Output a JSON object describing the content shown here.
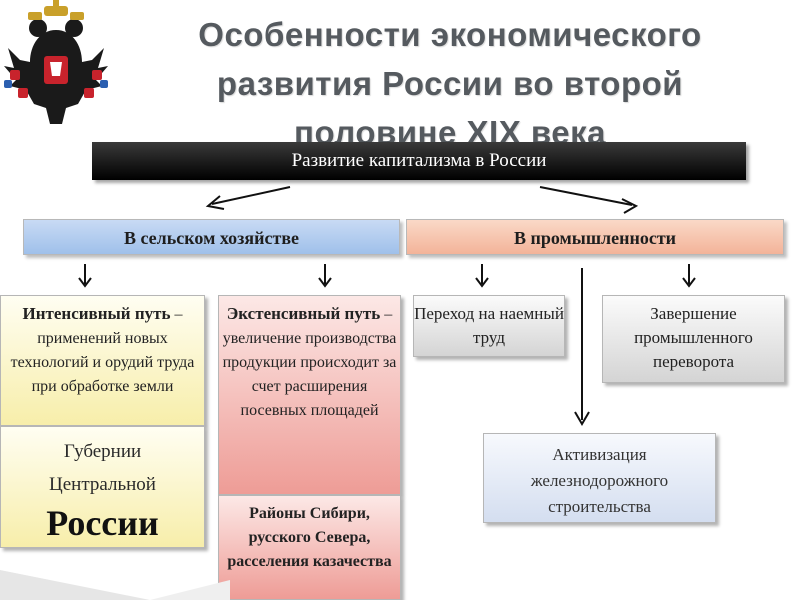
{
  "title": {
    "line1": "Особенности экономического",
    "line2": "развития России во второй",
    "line3": "половине XIX века"
  },
  "main_band": "Развитие капитализма в России",
  "agriculture": {
    "header": "В сельском хозяйстве",
    "intensive": {
      "term": "Интенсивный путь",
      "desc": "– применений новых технологий и орудий труда при обработке земли"
    },
    "regions_central": {
      "line1": "Губернии",
      "line2": "Центральной",
      "line3": "России"
    },
    "extensive": {
      "term": "Экстенсивный путь",
      "desc": "–увеличение производства продукции происходит за счет расширения посевных площадей"
    },
    "regions_siberia": "Районы Сибири, русского Севера, расселения казачества"
  },
  "industry": {
    "header": "В промышленности",
    "hired_labor": "Переход на наемный труд",
    "completion": "Завершение промышленного переворота",
    "railway": "Активизация железнодорожного строительства"
  },
  "colors": {
    "band": "#000000",
    "agri_header": "#b3cdf0",
    "industry_header": "#f6c4ad",
    "yellow_box": "#f9f2c0",
    "pink_box": "#f2b6b0",
    "gray_box": "#e2e2e2"
  },
  "icons": [
    "coat-of-arms-icon",
    "arrow-down-icon"
  ]
}
